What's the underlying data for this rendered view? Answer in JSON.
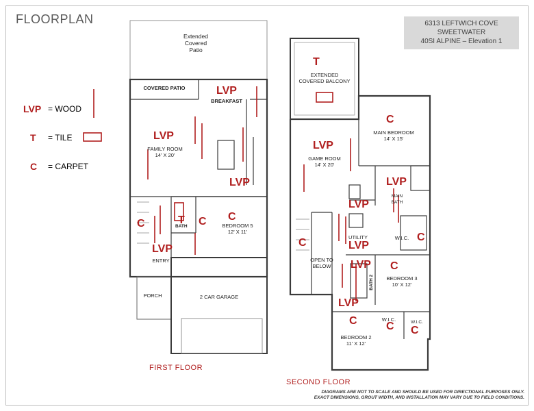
{
  "title": "FLOORPLAN",
  "info": {
    "address": "6313 LEFTWICH COVE",
    "community": "SWEETWATER",
    "plan": "40SI ALPINE – Elevation 1"
  },
  "legend": [
    {
      "code": "LVP",
      "text": "= WOOD"
    },
    {
      "code": "T",
      "text": "= TILE"
    },
    {
      "code": "C",
      "text": "= CARPET"
    }
  ],
  "first_floor": {
    "caption": "FIRST FLOOR",
    "rooms": {
      "patio_ext": [
        "Extended",
        "Covered",
        "Patio"
      ],
      "covered_patio": "COVERED PATIO",
      "breakfast": "BREAKFAST",
      "family": [
        "FAMILY ROOM",
        "14' X 20'"
      ],
      "bath": "BATH",
      "bedroom5": [
        "BEDROOM 5",
        "12' X 11'"
      ],
      "entry": "ENTRY",
      "porch": "PORCH",
      "garage": "2 CAR GARAGE"
    }
  },
  "second_floor": {
    "caption": "SECOND FLOOR",
    "rooms": {
      "balcony": [
        "EXTENDED",
        "COVERED BALCONY"
      ],
      "main_bedroom": [
        "MAIN BEDROOM",
        "14' X 15'"
      ],
      "game": [
        "GAME ROOM",
        "14' X 20'"
      ],
      "main_bath": [
        "MAIN",
        "BATH"
      ],
      "wic_main": "W.I.C.",
      "utility": "UTILITY",
      "open_below": [
        "OPEN TO",
        "BELOW"
      ],
      "bath2": "BATH 2",
      "bedroom3": [
        "BEDROOM 3",
        "10' X 12'"
      ],
      "wic_a": "W.I.C.",
      "wic_b": "W.I.C.",
      "bedroom2": [
        "BEDROOM 2",
        "11' X 12'"
      ]
    }
  },
  "markers": {
    "lvp": "LVP",
    "tile": "T",
    "carpet": "C"
  },
  "disclaimer": [
    "DIAGRAMS ARE NOT TO SCALE AND SHOULD BE USED FOR DIRECTIONAL PURPOSES ONLY.",
    "EXACT DIMENSIONS, GROUT WIDTH, AND INSTALLATION MAY VARY DUE TO FIELD CONDITIONS."
  ],
  "colors": {
    "accent": "#b01e1e",
    "info_bg": "#d9d9d9",
    "wall": "#3a3a3a"
  }
}
